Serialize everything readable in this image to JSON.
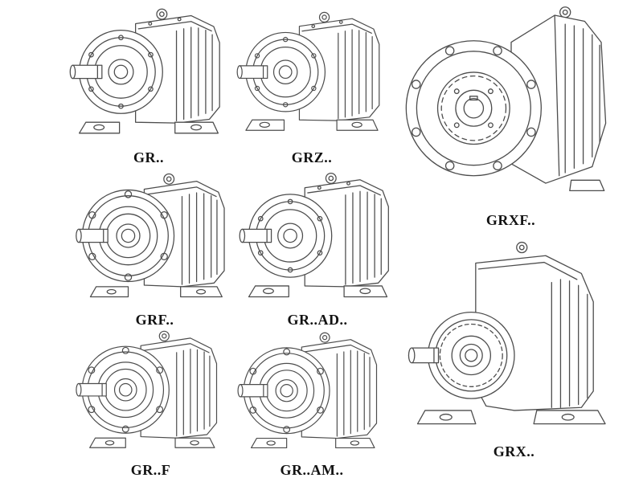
{
  "page": {
    "background_color": "#ffffff",
    "line_color": "#4d4d4d",
    "faded_line_color": "#c4c4c4",
    "label_color": "#121212"
  },
  "figures": [
    {
      "id": "gr",
      "label": "GR..",
      "style": "solid",
      "drawing": "helical-gear-unit-foot-mounted"
    },
    {
      "id": "grz",
      "label": "GRZ..",
      "style": "solid",
      "drawing": "helical-gear-unit-foot-mounted"
    },
    {
      "id": "grxf",
      "label": "GRXF..",
      "style": "solid",
      "drawing": "helical-gear-unit-large-flange"
    },
    {
      "id": "grf",
      "label": "GRF..",
      "style": "solid",
      "drawing": "helical-gear-unit-flange-mounted"
    },
    {
      "id": "grad",
      "label": "GR..AD..",
      "style": "faded",
      "drawing": "helical-gear-unit-with-adapter"
    },
    {
      "id": "grf2",
      "label": "GR..F",
      "style": "solid",
      "drawing": "helical-gear-unit-flange-mounted"
    },
    {
      "id": "gram",
      "label": "GR..AM..",
      "style": "faded",
      "drawing": "helical-gear-unit-with-motor-adapter"
    },
    {
      "id": "grx",
      "label": "GRX..",
      "style": "solid",
      "drawing": "helical-gear-unit-large-foot-mounted"
    }
  ]
}
